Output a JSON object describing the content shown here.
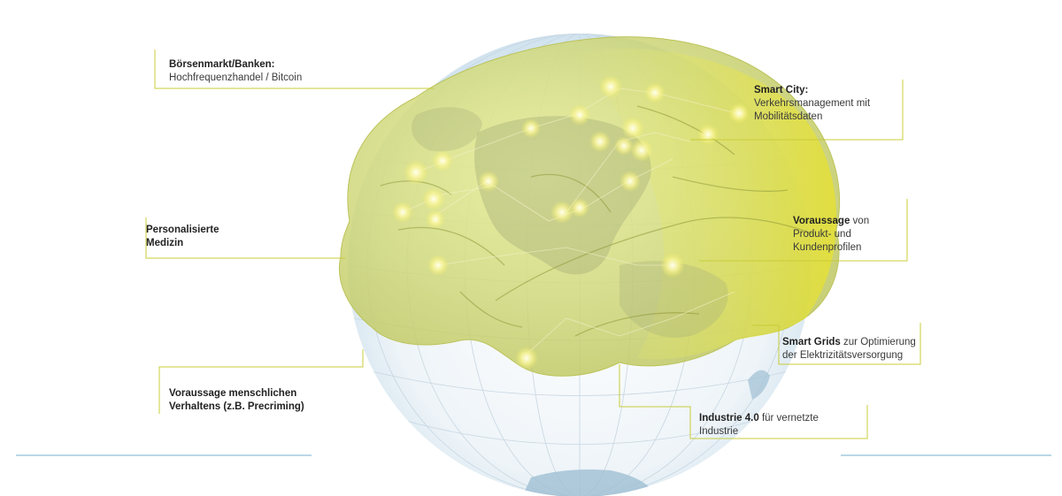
{
  "accent_color": "#c8cc3a",
  "horizon_color": "#8fbfd8",
  "callouts": {
    "boersen": {
      "bold": "Börsenmarkt/Banken:",
      "rest": "",
      "line2": "Hochfrequenzhandel / Bitcoin",
      "line3": ""
    },
    "smartcity": {
      "bold": "Smart City:",
      "rest": "",
      "line2": "Verkehrsmanagement  mit",
      "line3": "Mobilitätsdaten"
    },
    "medizin": {
      "bold": "Personalisierte",
      "rest": "",
      "line2": "Medizin",
      "line3": ""
    },
    "voraussage_produkt": {
      "bold": "Voraussage",
      "rest": " von",
      "line2": "Produkt- und",
      "line3": "Kundenprofilen"
    },
    "smartgrids": {
      "bold": "Smart Grids",
      "rest": " zur Optimierung",
      "line2": "der Elektrizitätsversorgung",
      "line3": ""
    },
    "verhalten": {
      "bold": "Voraussage menschlichen",
      "rest": "",
      "line2": "Verhaltens (z.B. Precriming)",
      "line3": ""
    },
    "industrie": {
      "bold": "Industrie 4.0",
      "rest": " für vernetzte",
      "line2": "Industrie",
      "line3": ""
    }
  }
}
